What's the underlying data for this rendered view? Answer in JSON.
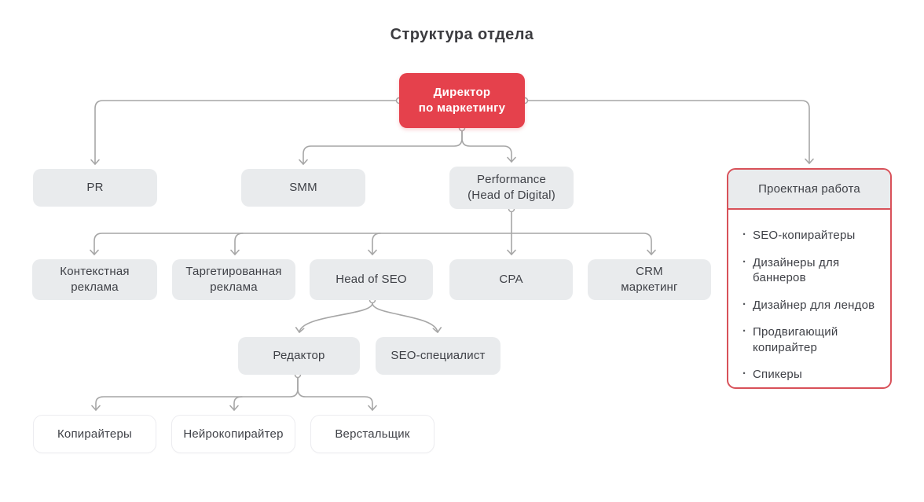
{
  "title": "Структура отдела",
  "colors": {
    "accent_red": "#e5414c",
    "panel_border_red": "#d85159",
    "node_gray": "#e9ebed",
    "connector_gray": "#a6a6a6",
    "text_dark": "#3f4147"
  },
  "nodes": {
    "director": "Директор\nпо маркетингу",
    "pr": "PR",
    "smm": "SMM",
    "performance": "Performance\n(Head of Digital)",
    "context_ads": "Контекстная\nреклама",
    "target_ads": "Таргетированная\nреклама",
    "head_of_seo": "Head of SEO",
    "cpa": "CPA",
    "crm": "CRM\nмаркетинг",
    "editor": "Редактор",
    "seo_specialist": "SEO-специалист",
    "copywriters": "Копирайтеры",
    "neuro_copywriter": "Нейрокопирайтер",
    "layout_designer": "Верстальщик"
  },
  "project_panel": {
    "title": "Проектная работа",
    "items": [
      "SEO-копирайтеры",
      "Дизайнеры для баннеров",
      "Дизайнер для лендов",
      "Продвигающий копирайтер",
      "Спикеры"
    ]
  }
}
